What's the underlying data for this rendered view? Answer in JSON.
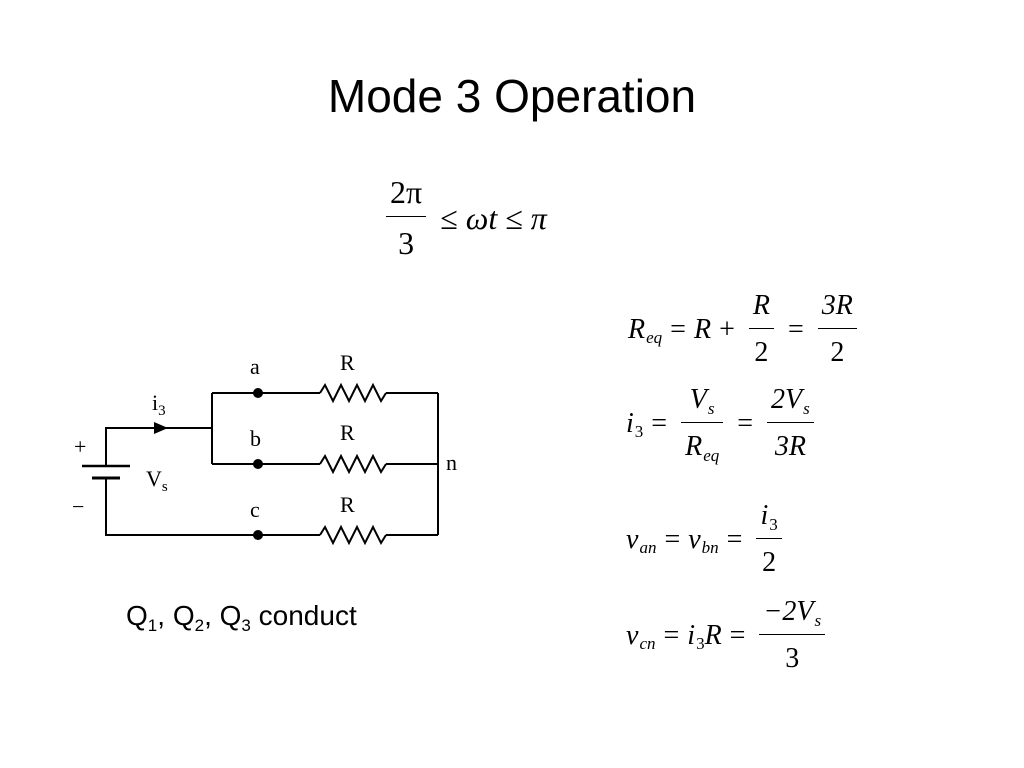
{
  "title": "Mode 3 Operation",
  "range": {
    "lhs_num": "2π",
    "lhs_den": "3",
    "le1": "≤",
    "mid": "ωt",
    "le2": "≤",
    "rhs": "π"
  },
  "equations": {
    "req": {
      "lhs": "R",
      "lhs_sub": "eq",
      "eq1": "=",
      "t1": "R",
      "plus": "+",
      "f1_num": "R",
      "f1_den": "2",
      "eq2": "=",
      "f2_num": "3R",
      "f2_den": "2"
    },
    "i3": {
      "lhs": "i",
      "lhs_sub": "3",
      "eq1": "=",
      "f1_num": "V",
      "f1_num_sub": "s",
      "f1_den": "R",
      "f1_den_sub": "eq",
      "eq2": "=",
      "f2_num": "2V",
      "f2_num_sub": "s",
      "f2_den": "3R"
    },
    "van": {
      "lhs": "v",
      "lhs_sub": "an",
      "eq1": "=",
      "t1": "v",
      "t1_sub": "bn",
      "eq2": "=",
      "f_num": "i",
      "f_num_sub": "3",
      "f_den": "2"
    },
    "vcn": {
      "lhs": "v",
      "lhs_sub": "cn",
      "eq1": "=",
      "t1": "i",
      "t1_sub": "3",
      "t1b": "R",
      "eq2": "=",
      "f_num": "−2V",
      "f_num_sub": "s",
      "f_den": "3"
    }
  },
  "circuit": {
    "node_a": "a",
    "node_b": "b",
    "node_c": "c",
    "node_n": "n",
    "res_a": "R",
    "res_b": "R",
    "res_c": "R",
    "current": "i",
    "current_sub": "3",
    "source": "V",
    "source_sub": "s",
    "plus": "+",
    "minus": "−"
  },
  "caption": {
    "q1": "Q",
    "q1_sub": "1",
    "sep1": ", ",
    "q2": "Q",
    "q2_sub": "2",
    "sep2": ", ",
    "q3": "Q",
    "q3_sub": "3",
    "rest": " conduct"
  }
}
